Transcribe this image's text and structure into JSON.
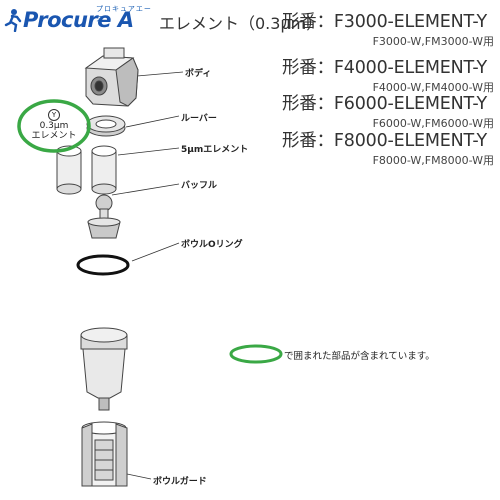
{
  "logo": {
    "main": "Procure A",
    "kana": "プロキュアエース",
    "icon": "person-running-icon"
  },
  "title": "エレメント（0.3µm）",
  "part_numbers": [
    {
      "main": "形番：F3000-ELEMENT-Y",
      "sub": "F3000-W,FM3000-W用"
    },
    {
      "main": "形番：F4000-ELEMENT-Y",
      "sub": "F4000-W,FM4000-W用"
    },
    {
      "main": "形番：F6000-ELEMENT-Y",
      "sub": "F6000-W,FM6000-W用"
    },
    {
      "main": "形番：F8000-ELEMENT-Y",
      "sub": "F8000-W,FM8000-W用"
    }
  ],
  "parts": {
    "body": "ボディ",
    "louver": "ルーバー",
    "element5": "5µmエレメント",
    "baffle": "バッフル",
    "oring": "ボウルOリング",
    "bowlguard": "ボウルガード"
  },
  "highlight": {
    "marker": "Y",
    "line1": "0.3µm",
    "line2": "エレメント"
  },
  "note": "で囲まれた部品が含まれています。",
  "colors": {
    "logo": "#1a56b0",
    "highlight": "#3aa845",
    "line": "#333333"
  }
}
